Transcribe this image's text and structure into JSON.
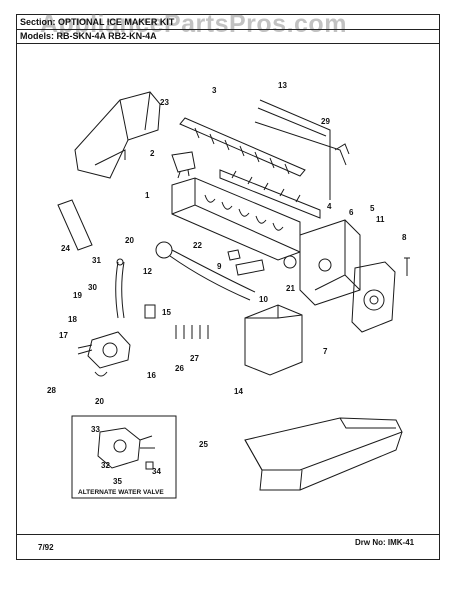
{
  "watermark": "AppliancePartsPros.com",
  "header": {
    "section": "Section: OPTIONAL ICE MAKER KIT",
    "models": "Models: RB-SKN-4A   RB2-KN-4A"
  },
  "callouts": [
    "23",
    "3",
    "13",
    "29",
    "2",
    "1",
    "4",
    "6",
    "5",
    "11",
    "24",
    "20",
    "31",
    "12",
    "22",
    "9",
    "8",
    "10",
    "21",
    "30",
    "15",
    "19",
    "18",
    "17",
    "16",
    "27",
    "26",
    "14",
    "7",
    "28",
    "20",
    "25",
    "33",
    "32",
    "34",
    "35"
  ],
  "alternate_valve_label": "ALTERNATE WATER VALVE",
  "footer": {
    "date": "7/92",
    "drawing": "Drw No:  IMK-41"
  }
}
